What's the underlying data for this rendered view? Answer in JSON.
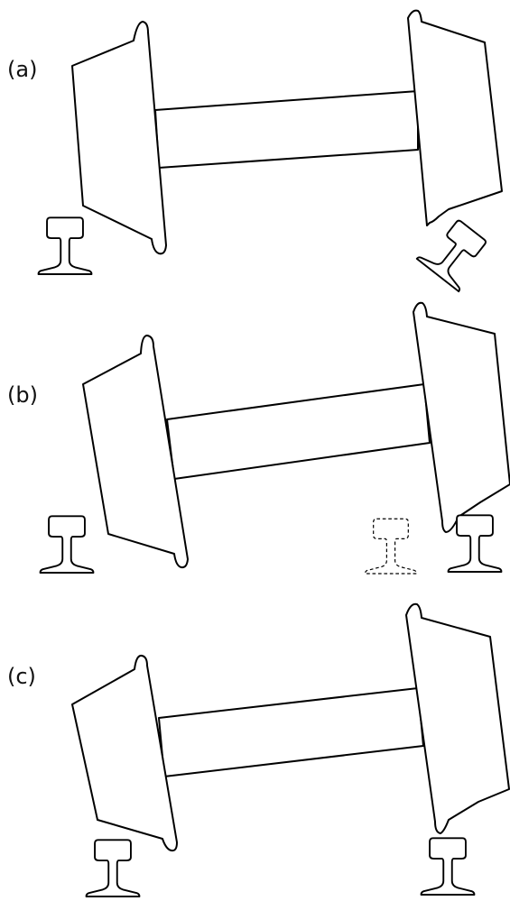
{
  "panels": [
    {
      "label": "(a)"
    },
    {
      "label": "(b)"
    },
    {
      "label": "(c)"
    }
  ],
  "colors": {
    "stroke": "#000000",
    "background": "#ffffff"
  }
}
